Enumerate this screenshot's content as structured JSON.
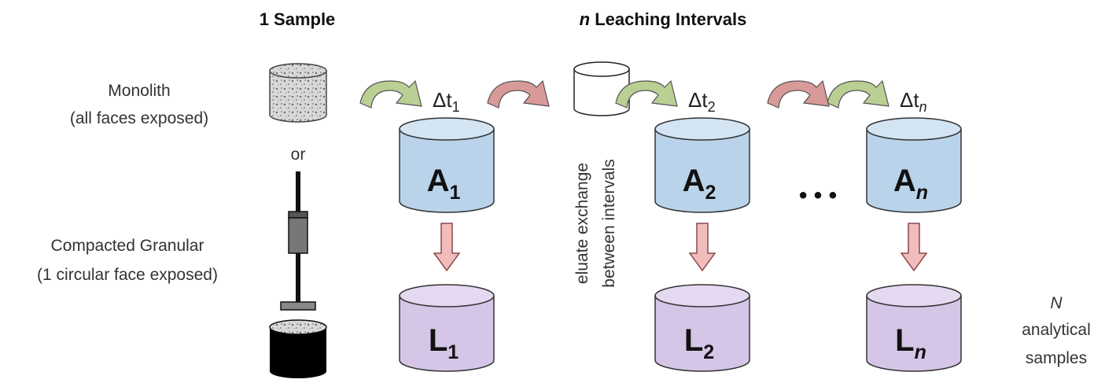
{
  "header": {
    "left_title": "1 Sample",
    "right_title_n": "n",
    "right_title_rest": " Leaching Intervals"
  },
  "sample": {
    "monolith_label": "Monolith",
    "monolith_sub": "(all faces exposed)",
    "or_label": "or",
    "granular_label": "Compacted Granular",
    "granular_sub": "(1 circular face exposed)"
  },
  "intervals": [
    {
      "a_letter": "A",
      "a_sub": "1",
      "l_letter": "L",
      "l_sub": "1",
      "dt_label": "Δt",
      "dt_sub": "1"
    },
    {
      "a_letter": "A",
      "a_sub": "2",
      "l_letter": "L",
      "l_sub": "2",
      "dt_label": "Δt",
      "dt_sub": "2"
    },
    {
      "a_letter": "A",
      "a_sub": "n",
      "l_letter": "L",
      "l_sub": "n",
      "dt_label": "Δt",
      "dt_sub": "n"
    }
  ],
  "eluate": {
    "line1": "eluate exchange",
    "line2": "between intervals"
  },
  "ellipsis": "• • •",
  "analytical": {
    "n": "N",
    "line1": "analytical",
    "line2": "samples"
  },
  "colors": {
    "leachant_fill": "#b9d3ea",
    "leachant_top": "#d3e4f3",
    "leachate_fill": "#d5c5e6",
    "leachate_top": "#e4d9f0",
    "green_arrow": "#b9cf93",
    "red_arrow": "#d89a98",
    "pink_arrow": "#f2bcbc"
  }
}
